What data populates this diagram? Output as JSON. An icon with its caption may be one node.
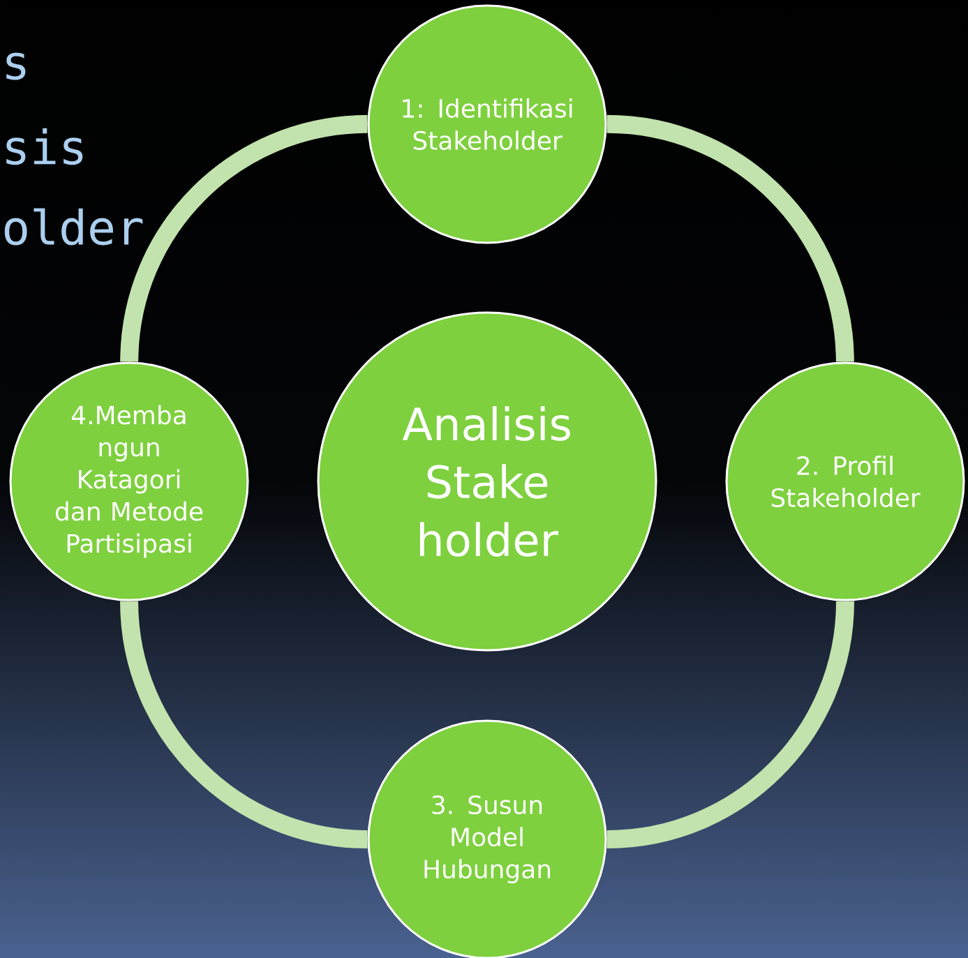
{
  "diagram": {
    "nodes": [
      {
        "text": [
          "Analisis Stake holder"
        ]
      },
      {
        "text": [
          "1: Identifikasi Stakeholder"
        ]
      },
      {
        "text": [
          "2. Profil Stakeholder"
        ]
      },
      {
        "text": [
          "3. Susun Model Hubungan"
        ]
      },
      {
        "text": [
          "4.Memba ngun Katagori dan Metode Partisipasi"
        ]
      }
    ],
    "edges": [
      {
        "from": 1,
        "to": 2,
        "arrow": "none"
      },
      {
        "from": 2,
        "to": 3,
        "arrow": "none"
      },
      {
        "from": 3,
        "to": 4,
        "arrow": "none"
      },
      {
        "from": 4,
        "to": 1,
        "arrow": "none"
      }
    ],
    "labels": [
      "s",
      "sis",
      "older"
    ]
  }
}
